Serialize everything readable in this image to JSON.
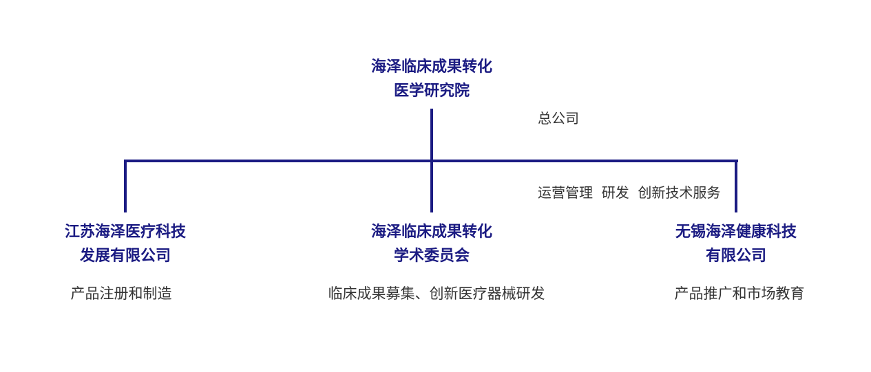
{
  "root": {
    "title_line1": "海泽临床成果转化",
    "title_line2": "医学研究院",
    "note_line1": "总公司",
    "note_line2": "运营管理  研发  创新技术服务"
  },
  "children": [
    {
      "title_line1": "江苏海泽医疗科技",
      "title_line2": "发展有限公司",
      "desc": "产品注册和制造"
    },
    {
      "title_line1": "海泽临床成果转化",
      "title_line2": "学术委员会",
      "desc": "临床成果募集、创新医疗器械研发"
    },
    {
      "title_line1": "无锡海泽健康科技",
      "title_line2": "有限公司",
      "desc": "产品推广和市场教育"
    }
  ],
  "colors": {
    "primary": "#1b1b82",
    "text": "#333333"
  }
}
